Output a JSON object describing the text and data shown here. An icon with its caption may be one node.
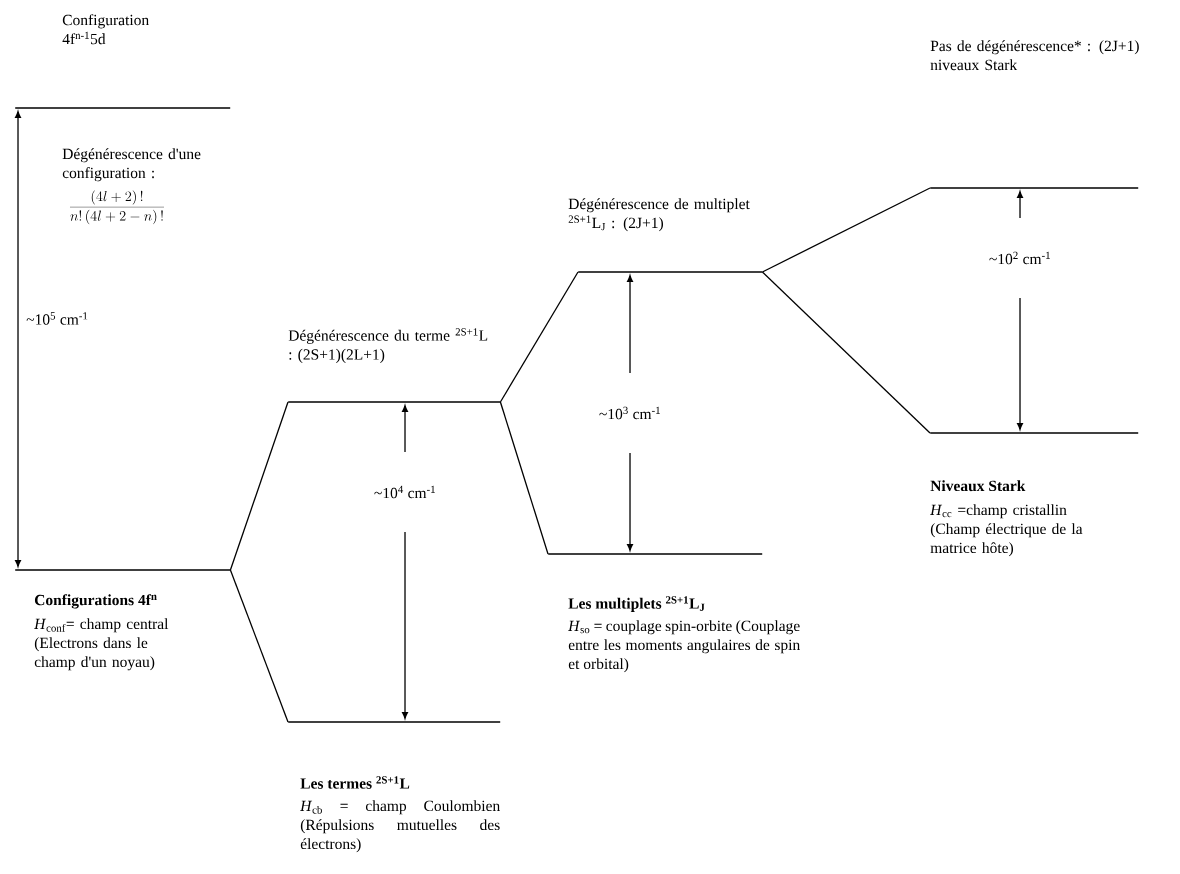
{
  "diagram": {
    "nodes": [
      {
        "text": [],
        "shape": "line"
      },
      {
        "text": [],
        "shape": "line"
      },
      {
        "text": [],
        "shape": "line"
      },
      {
        "text": [],
        "shape": "line"
      },
      {
        "text": [],
        "shape": "line"
      },
      {
        "text": [],
        "shape": "line"
      },
      {
        "text": [],
        "shape": "line"
      },
      {
        "text": [],
        "shape": "line"
      }
    ],
    "edges": [
      {
        "from": 1,
        "to": 2,
        "arrow": "none"
      },
      {
        "from": 1,
        "to": 3,
        "arrow": "none"
      },
      {
        "from": 2,
        "to": 4,
        "arrow": "none"
      },
      {
        "from": 2,
        "to": 5,
        "arrow": "none"
      },
      {
        "from": 4,
        "to": 6,
        "arrow": "none"
      },
      {
        "from": 4,
        "to": 7,
        "arrow": "none"
      }
    ],
    "labels": [
      "Configuration 4f$^{n-1}$5d",
      "Dégénérescence d'une configuration :",
      "\\frac{(4l+2)\\,!}{n!\\,(4l+2-n)\\,!}",
      "~10$^{5}$ cm$^{-1}$",
      "Dégénérescence du terme $^{2S+1}$L : (2S+1)(2L+1)",
      "Dégénérescence de multiplet $^{2S+1}$L$_{J}$ : (2J+1)",
      "Pas de dégénérescence* : (2J+1) niveaux Stark",
      "~10$^{2}$ cm$^{-1}$",
      "~10$^{3}$ cm$^{-1}$",
      "~10$^{4}$ cm$^{-1}$",
      "Niveaux Stark",
      "*H*$_{cc}$ =champ cristallin (Champ électrique de la matrice hôte)",
      "Les multiplets $^{2S+1}$L$_{J}$",
      "*H*$_{so}$ = couplage spin-orbite (Couplage entre les moments angulaires de spin et orbital)",
      "Configurations 4f$^{n}$",
      "*H*$_{conf}$= champ central (Electrons dans le champ d'un noyau)",
      "Les termes $^{2S+1}$L",
      "*H*$_{cb}$ = champ Coulombien (Répulsions mutuelles des électrons)"
    ]
  }
}
